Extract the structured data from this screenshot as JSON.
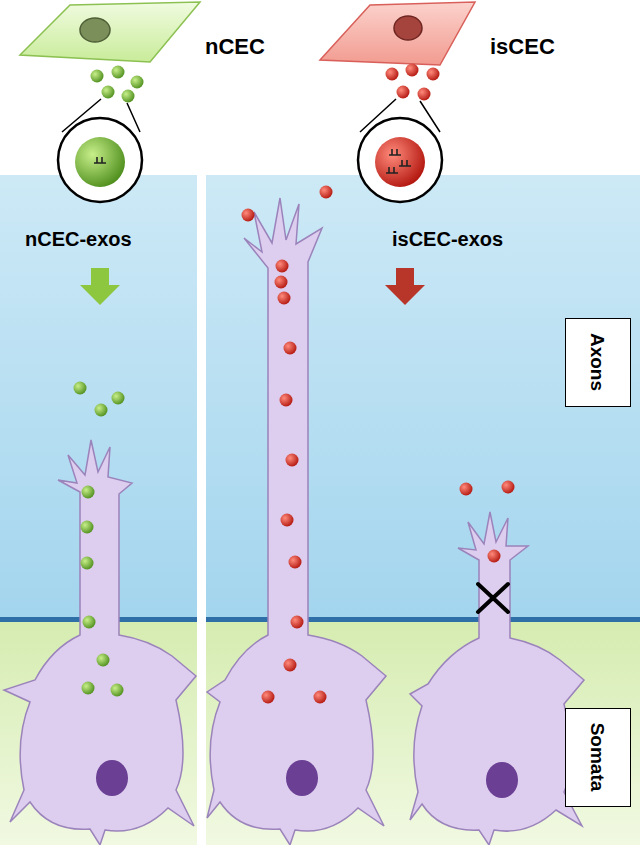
{
  "diagram": {
    "nodes": [
      {
        "text": [
          "Axons"
        ]
      },
      {
        "text": [
          "Somata"
        ]
      }
    ],
    "labels": [
      "nCEC",
      "isCEC",
      "nCEC-exos",
      "isCEC-exos"
    ]
  }
}
